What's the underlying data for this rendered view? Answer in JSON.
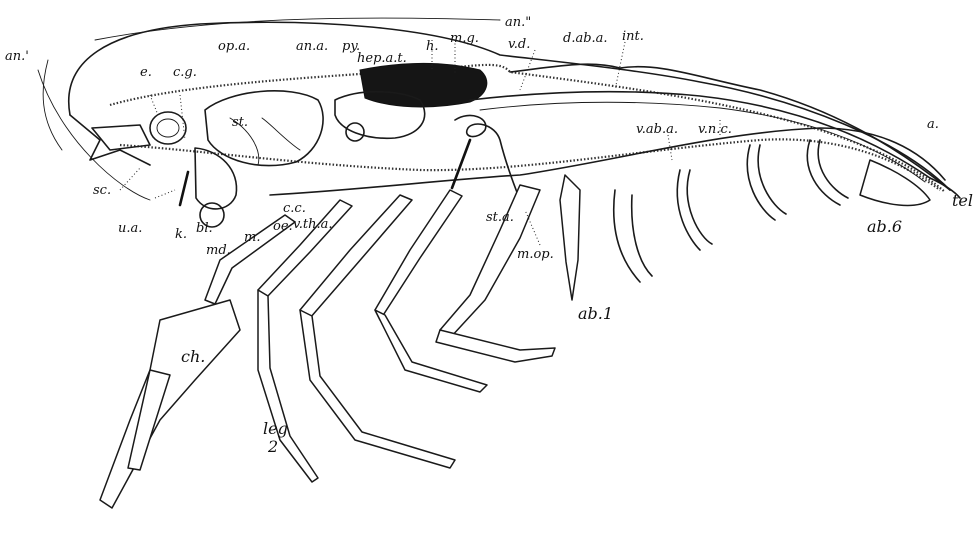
{
  "labels": {
    "an1": "an.'",
    "an2": "an.\"",
    "mg": "m.g.",
    "dab": "d.ab.a.",
    "int": "int.",
    "vd": "v.d.",
    "h": "h.",
    "hepat": "hep.a.t.",
    "py": "py.",
    "ana": "an.a.",
    "opa": "op.a.",
    "cg": "c.g.",
    "e": "e.",
    "st": "st.",
    "sc": "sc.",
    "ua": "u.a.",
    "k": "k.",
    "bl": "bl.",
    "md": "md.",
    "m": "m.",
    "cc": "c.c.",
    "oe": "oe.",
    "vtha": "v.th.a.",
    "sta": "st.a.",
    "mop": "m.op.",
    "vaba": "v.ab.a.",
    "vnc": "v.n.c.",
    "a": "a.",
    "ab6": "ab.6",
    "tel": "tel",
    "ab1": "ab.1",
    "ch": "ch.",
    "leg2": "leg\n2"
  }
}
